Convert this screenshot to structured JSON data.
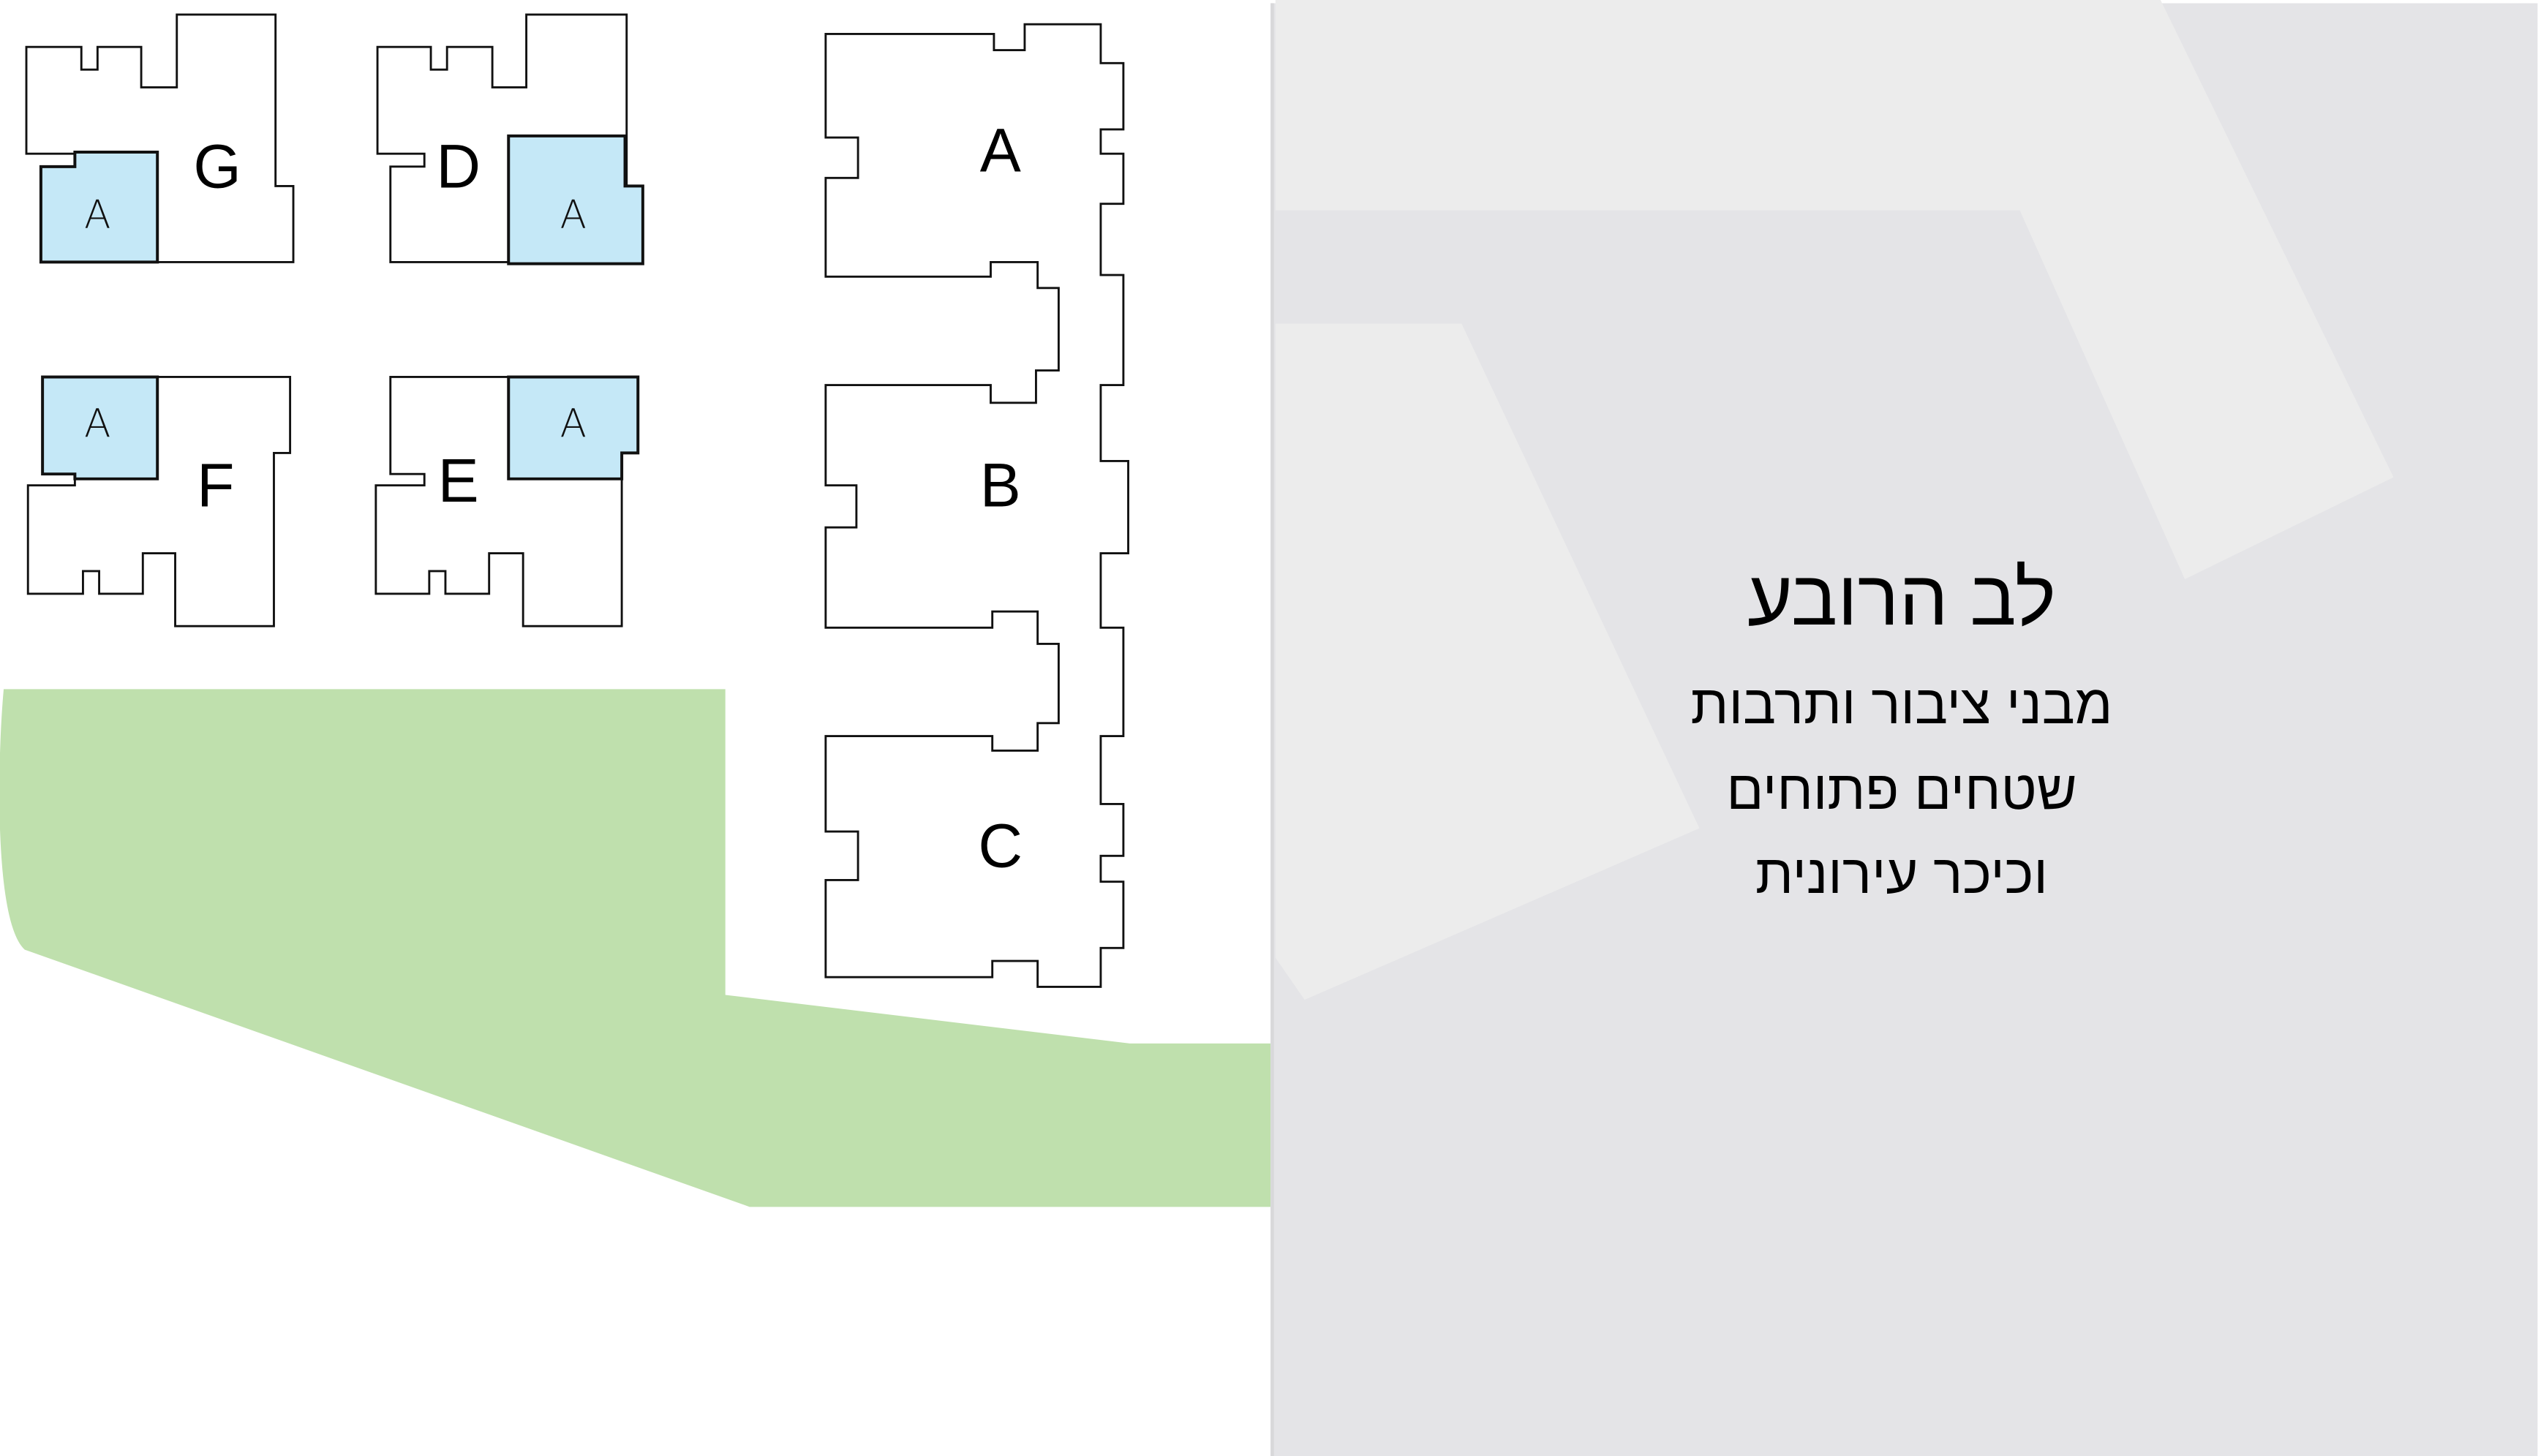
{
  "buildings": {
    "g": "G",
    "d": "D",
    "f": "F",
    "e": "E",
    "a": "A",
    "b": "B",
    "c": "C"
  },
  "unit_label": "A",
  "panel": {
    "title": "לב הרובע",
    "lines": [
      "מבני ציבור ותרבות",
      "שטחים פתוחים",
      "וכיכר עירונית"
    ]
  },
  "colors": {
    "unit_fill": "#c5e8f7",
    "green_area": "#bfe0ad",
    "panel_bg": "#e4e4e7",
    "panel_accent": "#ececec"
  }
}
